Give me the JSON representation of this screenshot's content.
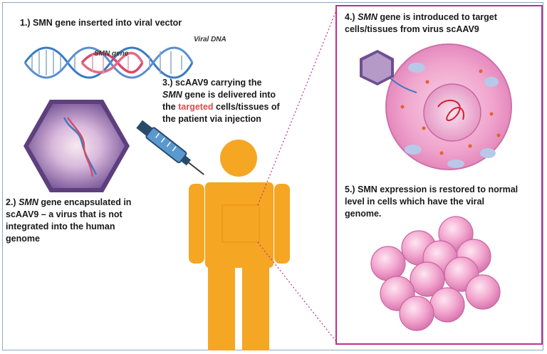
{
  "steps": {
    "step1": {
      "text": "1.) SMN gene inserted into viral vector"
    },
    "viral_dna_label": "Viral DNA",
    "smn_gene_label": "SMN gene",
    "step2": {
      "prefix": "2.) ",
      "gene": "SMN",
      "line1_rest": " gene encapsulated in",
      "line2": "scAAV9 – a virus that is not",
      "line3": "integrated into the human",
      "line4": "genome"
    },
    "step3": {
      "line1": "3.) scAAV9 carrying the",
      "gene": "SMN",
      "line2_rest": " gene is delivered into",
      "line3_pre": "the ",
      "line3_red": "targeted",
      "line3_post": " cells/tissues of",
      "line4": "the patient via injection"
    },
    "step4": {
      "prefix": "4.) ",
      "gene": "SMN",
      "line1_rest": " gene is introduced to target",
      "line2": "cells/tissues from virus scAAV9"
    },
    "step5": {
      "line1": "5.) SMN expression is restored to normal",
      "line2": "level in cells which have the viral",
      "line3": "genome."
    }
  },
  "colors": {
    "person": "#f5a623",
    "magenta": "#c0308a",
    "cell_pink": "#f4b7d7",
    "dna_blue": "#3a7bbf",
    "dna_red": "#d94a6a"
  }
}
